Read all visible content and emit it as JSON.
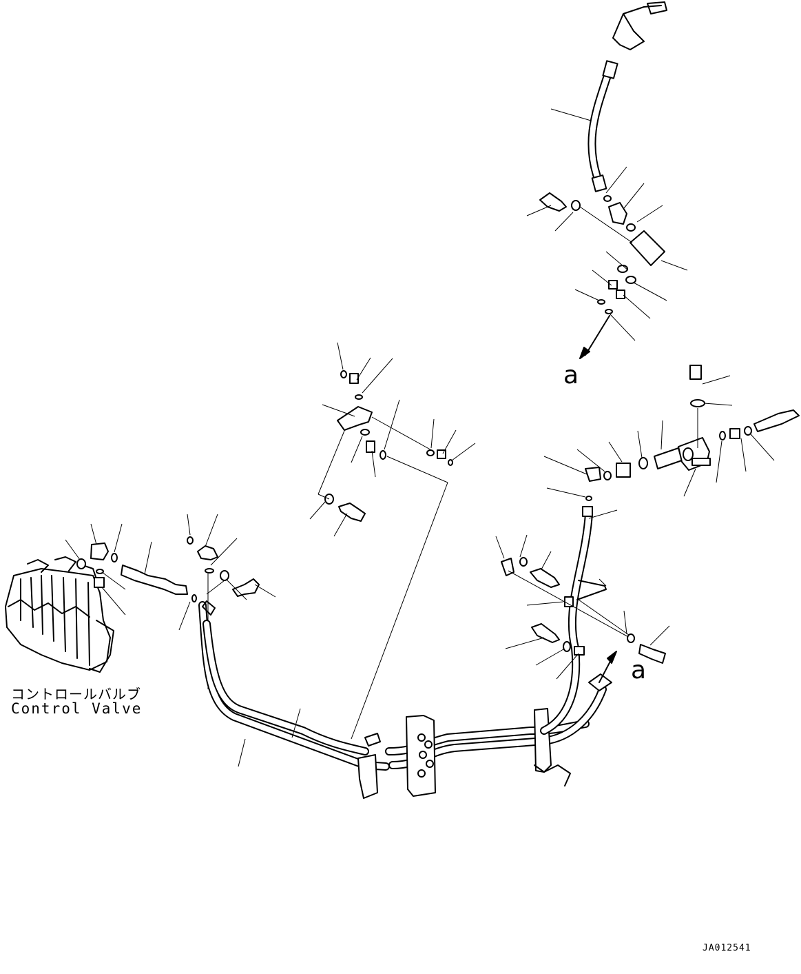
{
  "labels": {
    "control_valve_jp": "コントロールバルブ",
    "control_valve_en": "Control Valve",
    "connector_a_top": "a",
    "connector_a_bottom": "a",
    "drawing_code": "JA012541"
  },
  "colors": {
    "line": "#000000",
    "background": "#ffffff"
  }
}
